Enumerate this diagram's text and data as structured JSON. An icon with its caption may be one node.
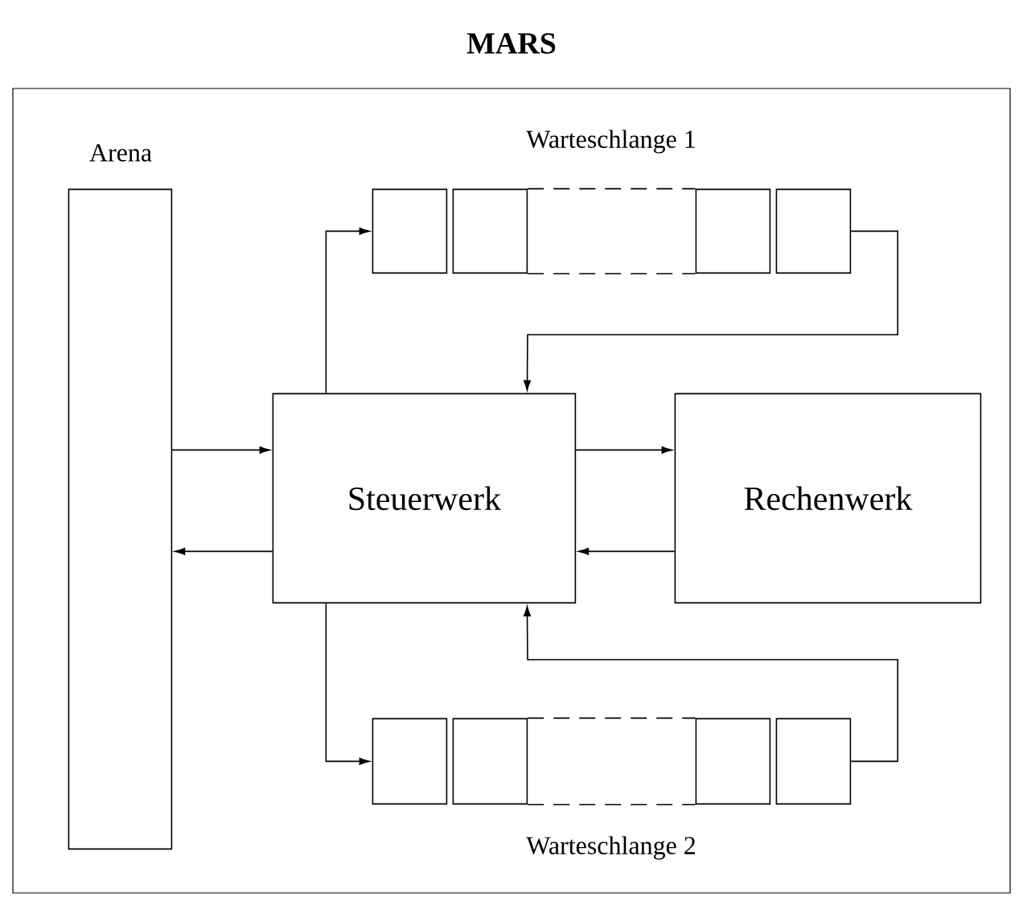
{
  "diagram": {
    "nodes": [
      {
        "text": [
          "MARS"
        ]
      },
      {
        "text": [
          "Arena"
        ],
        "in": 0
      },
      {
        "text": [
          "Steuerwerk"
        ],
        "in": 0
      },
      {
        "text": [
          "Rechenwerk"
        ],
        "in": 0
      },
      {
        "text": [],
        "shape": "box",
        "in": 0
      },
      {
        "text": [],
        "shape": "box",
        "in": 0
      },
      {
        "text": [],
        "shape": "box",
        "in": 0
      },
      {
        "text": [],
        "shape": "box",
        "in": 0
      },
      {
        "text": [],
        "shape": "box",
        "in": 0
      },
      {
        "text": [],
        "shape": "box",
        "in": 0
      },
      {
        "text": [],
        "shape": "box",
        "in": 0
      },
      {
        "text": [],
        "shape": "box",
        "in": 0
      }
    ],
    "edges": [
      {
        "from": 1,
        "to": 2,
        "arrow": "to"
      },
      {
        "from": 2,
        "to": 1,
        "arrow": "to"
      },
      {
        "from": 2,
        "to": 3,
        "arrow": "to"
      },
      {
        "from": 3,
        "to": 2,
        "arrow": "to"
      },
      {
        "from": 2,
        "to": 4,
        "arrow": "to"
      },
      {
        "from": 7,
        "to": 2,
        "arrow": "to"
      },
      {
        "from": 2,
        "to": 8,
        "arrow": "to"
      },
      {
        "from": 11,
        "to": 2,
        "arrow": "to"
      },
      {
        "from": 5,
        "to": 6,
        "arrow": "none",
        "style": "dashed"
      },
      {
        "from": 5,
        "to": 6,
        "arrow": "none",
        "style": "dashed"
      },
      {
        "from": 9,
        "to": 10,
        "arrow": "none",
        "style": "dashed"
      },
      {
        "from": 9,
        "to": 10,
        "arrow": "none",
        "style": "dashed"
      }
    ],
    "labels": [
      "Warteschlange 1",
      "Warteschlange 2"
    ]
  }
}
